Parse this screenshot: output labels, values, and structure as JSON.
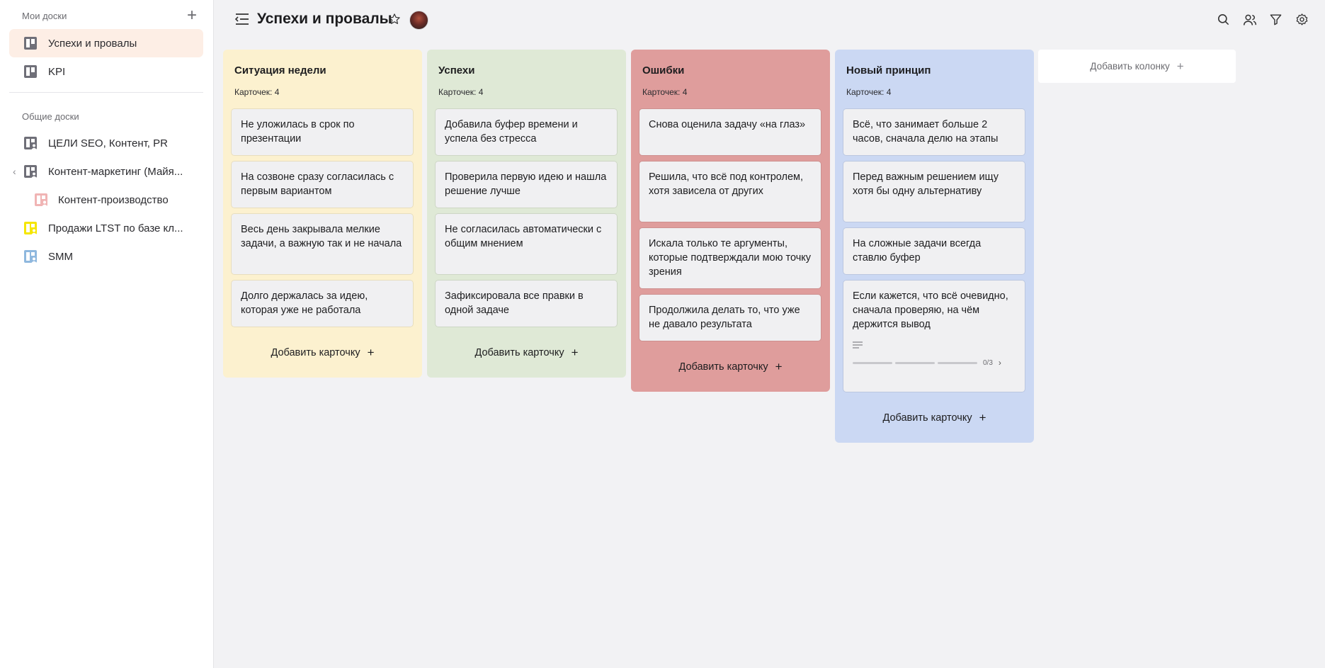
{
  "sidebar": {
    "my_boards_title": "Мои доски",
    "my_boards": [
      {
        "label": "Успехи и провалы",
        "active": true,
        "icon": "board-icon",
        "icon_color": "#6f6f78"
      },
      {
        "label": "KPI",
        "active": false,
        "icon": "board-icon",
        "icon_color": "#6f6f78"
      }
    ],
    "shared_title": "Общие доски",
    "shared_boards": [
      {
        "label": "ЦЕЛИ SEO, Контент, PR",
        "icon": "shared-board-icon",
        "icon_color": "#6f6f78"
      },
      {
        "label": "Контент-маркетинг (Майя...",
        "icon": "shared-board-icon",
        "icon_color": "#6f6f78",
        "collapsible": true
      },
      {
        "label": "Контент-производство",
        "icon": "shared-board-icon",
        "icon_color": "#f0b4b4",
        "sub": true
      },
      {
        "label": "Продажи LTST по базе кл...",
        "icon": "shared-board-icon",
        "icon_color": "#f5e600"
      },
      {
        "label": "SMM",
        "icon": "shared-board-icon",
        "icon_color": "#8fb8de"
      }
    ]
  },
  "header": {
    "title": "Успехи и провалы"
  },
  "board": {
    "count_prefix": "Карточек: ",
    "add_card_label": "Добавить карточку",
    "add_column_label": "Добавить колонку",
    "columns": [
      {
        "title": "Ситуация недели",
        "count": "4",
        "color": "#fcf1cf",
        "cards": [
          {
            "text": "Не уложилась в срок по презентации"
          },
          {
            "text": "На созвоне сразу согласилась с первым вариантом"
          },
          {
            "text": "Весь день закрывала мелкие задачи, а важную так и не начала"
          },
          {
            "text": "Долго держалась за идею, которая уже не работала"
          }
        ]
      },
      {
        "title": "Успехи",
        "count": "4",
        "color": "#dfe9d6",
        "cards": [
          {
            "text": "Добавила буфер времени и успела без стресса"
          },
          {
            "text": "Проверила первую идею и нашла решение лучше"
          },
          {
            "text": "Не согласилась автоматически с общим мнением"
          },
          {
            "text": "Зафиксировала все правки в одной задаче"
          }
        ]
      },
      {
        "title": "Ошибки",
        "count": "4",
        "color": "#df9d9c",
        "cards": [
          {
            "text": "Снова оценила задачу «на глаз»"
          },
          {
            "text": "Решила, что всё под контролем, хотя зависела от других"
          },
          {
            "text": "Искала только те аргументы, которые подтверждали мою точку зрения"
          },
          {
            "text": "Продолжила делать то, что уже не давало результата"
          }
        ]
      },
      {
        "title": "Новый принцип",
        "count": "4",
        "color": "#cbd8f3",
        "cards": [
          {
            "text": "Всё, что занимает больше 2 часов, сначала делю на этапы"
          },
          {
            "text": "Перед важным решением ищу хотя бы одну альтернативу"
          },
          {
            "text": "На сложные задачи всегда ставлю буфер"
          },
          {
            "text": "Если кажется, что всё очевидно, сначала проверяю, на чём держится вывод",
            "has_description": true,
            "checklist": "0/3",
            "checklist_done": 0,
            "checklist_total": 3
          }
        ]
      }
    ]
  }
}
